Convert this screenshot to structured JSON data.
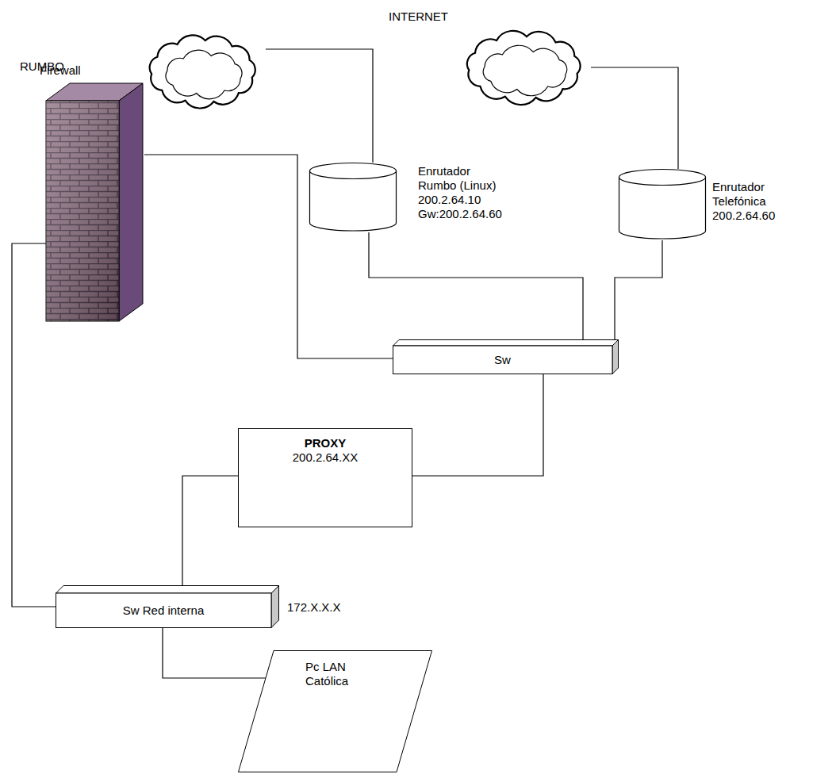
{
  "diagram": {
    "nodes": [
      {
        "text": [
          "RUMBO"
        ]
      },
      {
        "text": [
          "INTERNET"
        ]
      },
      {
        "text": [
          "Enrutador",
          "Rumbo (Linux)",
          "200.2.64.10",
          "Gw:200.2.64.60"
        ]
      },
      {
        "text": [
          "Enrutador",
          "Telefónica",
          "200.2.64.60"
        ]
      },
      {
        "text": [
          "Firewall"
        ]
      },
      {
        "text": [
          "Sw"
        ]
      },
      {
        "text": [
          "PROXY",
          "200.2.64.XX"
        ]
      },
      {
        "text": [
          "Sw Red interna"
        ]
      },
      {
        "text": [
          "Pc LAN Católica"
        ]
      }
    ],
    "edges": [
      {
        "from": 0,
        "to": 2,
        "arrow": "none"
      },
      {
        "from": 1,
        "to": 3,
        "arrow": "none"
      },
      {
        "from": 2,
        "to": 5,
        "arrow": "none"
      },
      {
        "from": 3,
        "to": 5,
        "arrow": "none"
      },
      {
        "from": 4,
        "to": 5,
        "arrow": "none"
      },
      {
        "from": 5,
        "to": 6,
        "arrow": "none"
      },
      {
        "from": 6,
        "to": 7,
        "arrow": "none"
      },
      {
        "from": 4,
        "to": 7,
        "arrow": "none"
      },
      {
        "from": 7,
        "to": 8,
        "arrow": "none"
      }
    ],
    "labels": [
      "172.X.X.X"
    ]
  }
}
